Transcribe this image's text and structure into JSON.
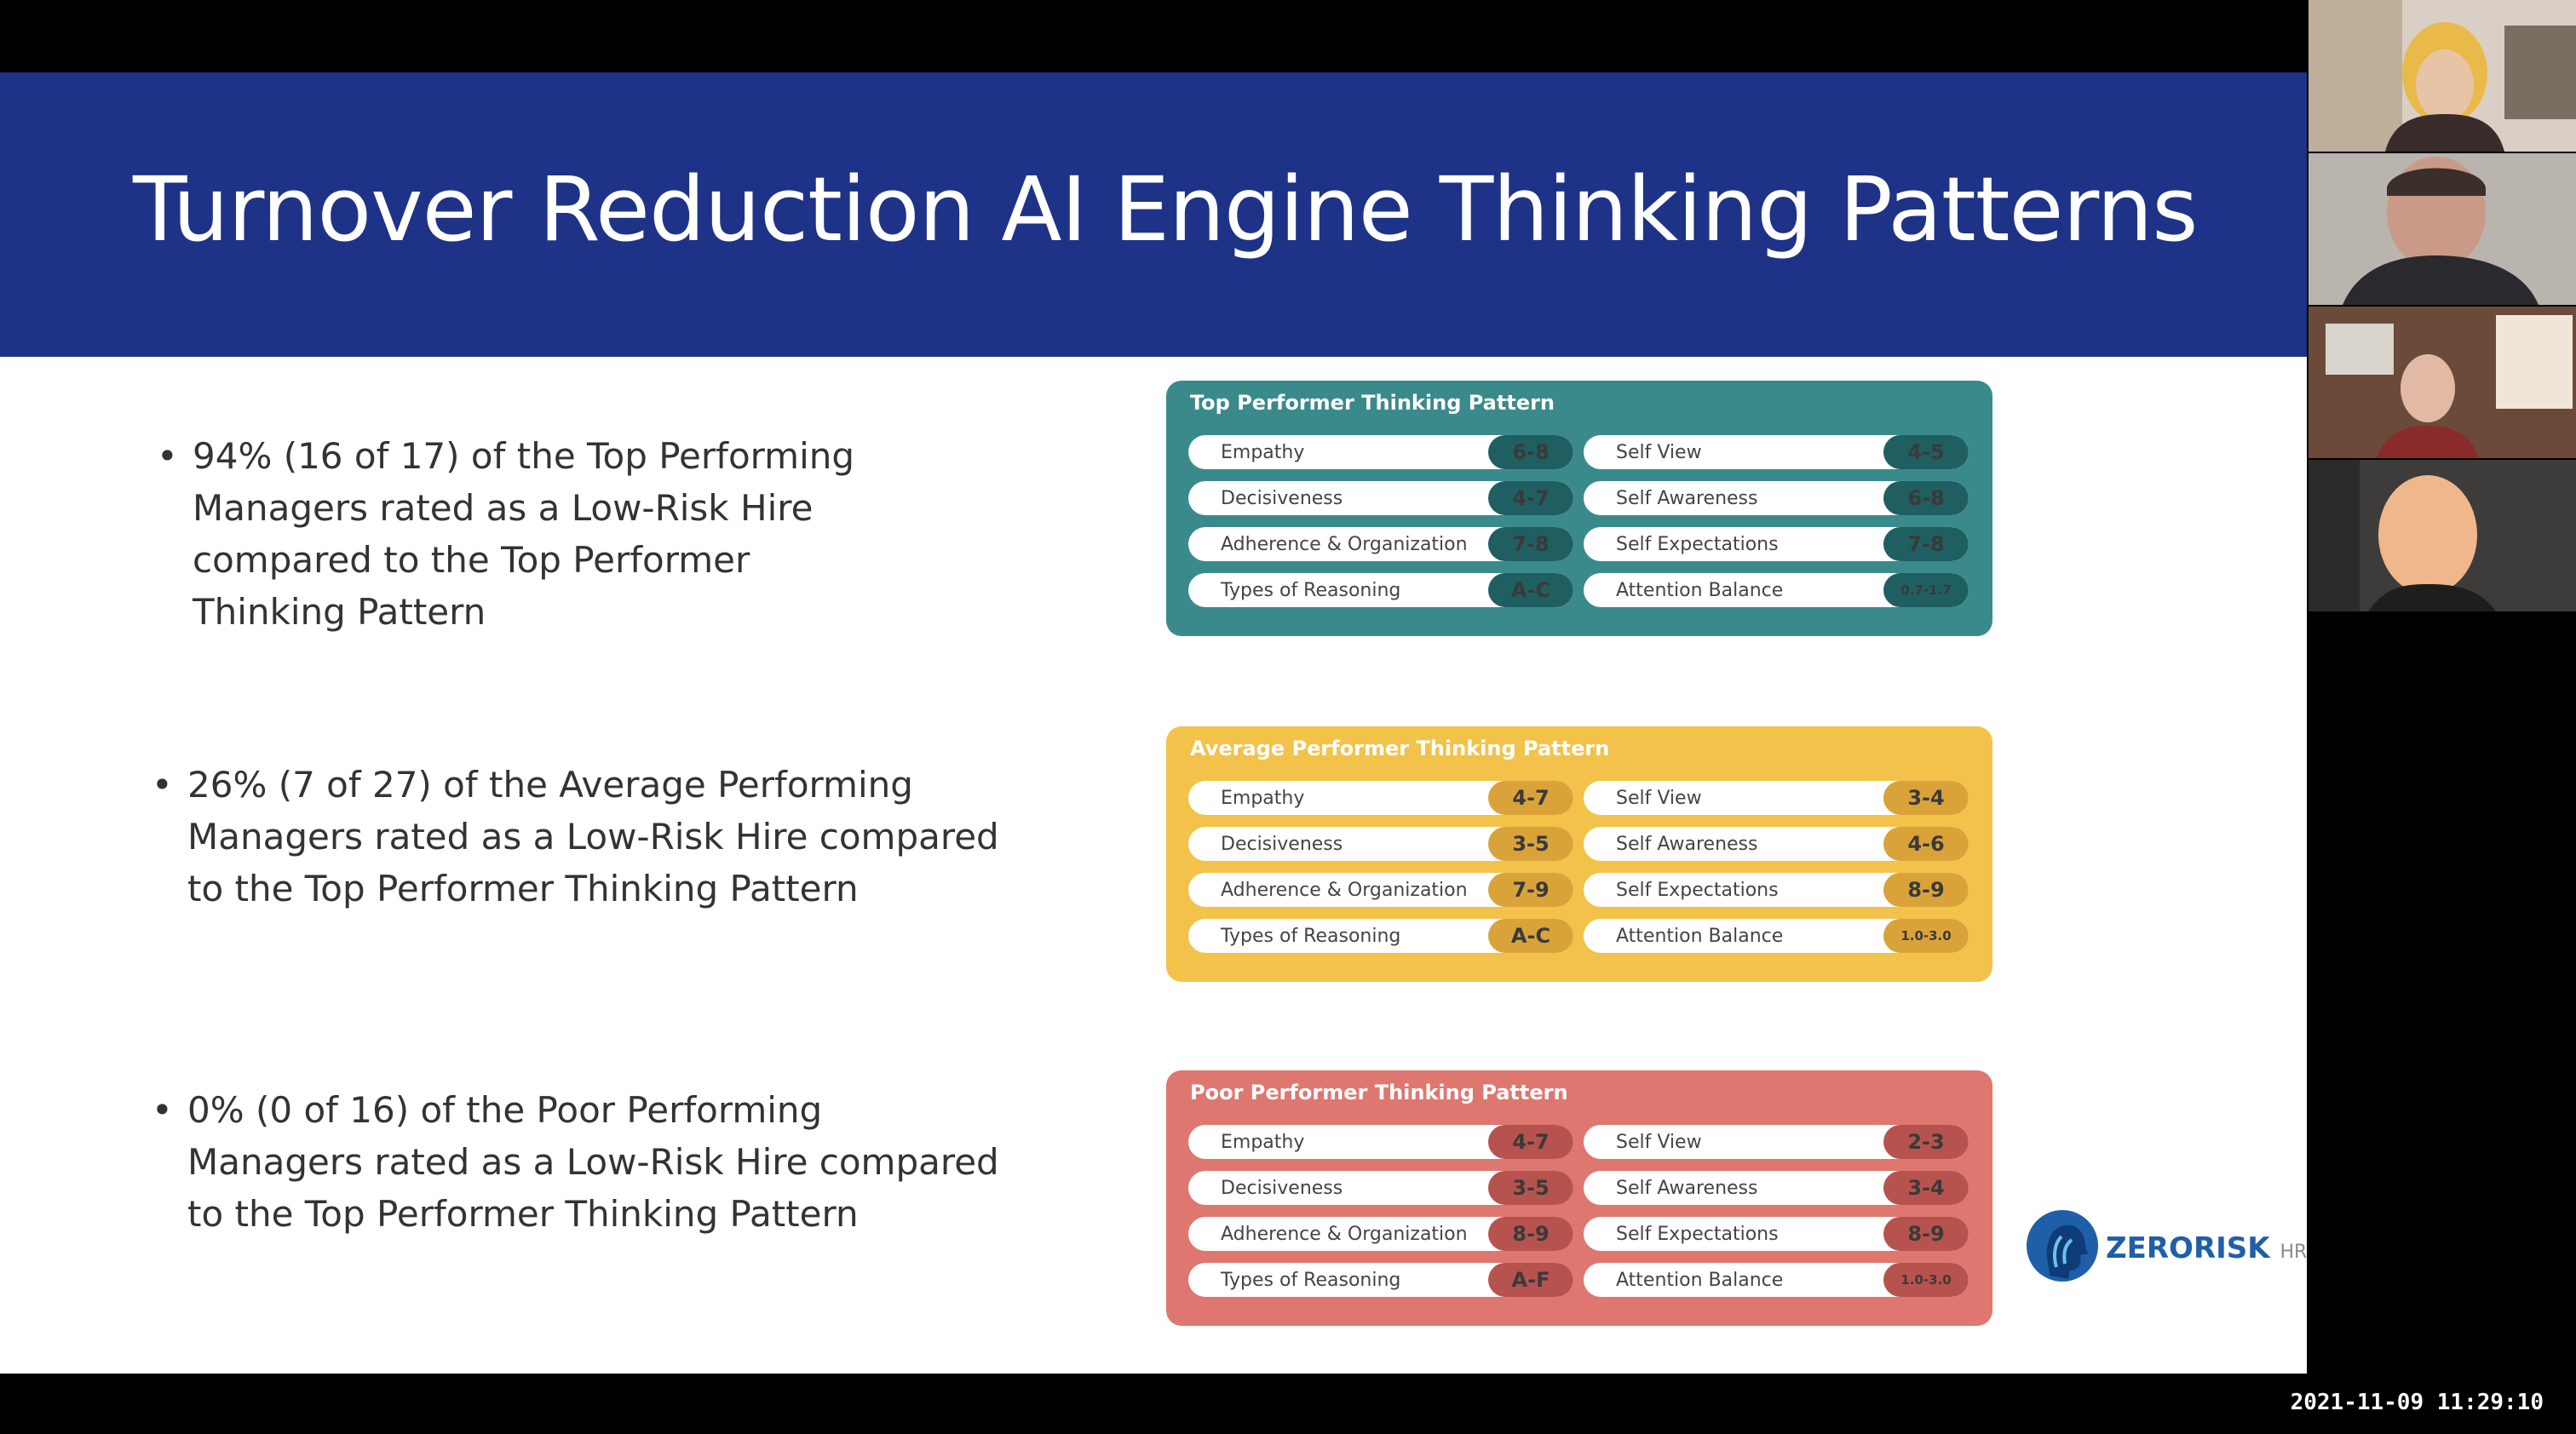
{
  "slide": {
    "title": "Turnover Reduction AI Engine Thinking Patterns",
    "bullets": [
      "94% (16 of 17) of the Top Performing Managers rated as a Low-Risk Hire compared to the Top Performer Thinking Pattern",
      "26% (7 of 27) of the Average Performing Managers rated as a Low-Risk Hire compared to the Top Performer Thinking Pattern",
      "0% (0 of 16) of the Poor Performing Managers rated as a Low-Risk Hire compared to the Top Performer Thinking Pattern"
    ]
  },
  "cards": [
    {
      "title": "Top Performer Thinking Pattern",
      "color": "#3a8a8c",
      "pill_color": "#1f5f61",
      "left": [
        {
          "label": "Empathy",
          "value": "6-8"
        },
        {
          "label": "Decisiveness",
          "value": "4-7"
        },
        {
          "label": "Adherence & Organization",
          "value": "7-8"
        },
        {
          "label": "Types of Reasoning",
          "value": "A-C"
        }
      ],
      "right": [
        {
          "label": "Self View",
          "value": "4-5"
        },
        {
          "label": "Self Awareness",
          "value": "6-8"
        },
        {
          "label": "Self Expectations",
          "value": "7-8"
        },
        {
          "label": "Attention Balance",
          "value": "0.7-1.7"
        }
      ]
    },
    {
      "title": "Average Performer Thinking Pattern",
      "color": "#f2c24a",
      "pill_color": "#d9a33a",
      "left": [
        {
          "label": "Empathy",
          "value": "4-7"
        },
        {
          "label": "Decisiveness",
          "value": "3-5"
        },
        {
          "label": "Adherence & Organization",
          "value": "7-9"
        },
        {
          "label": "Types of Reasoning",
          "value": "A-C"
        }
      ],
      "right": [
        {
          "label": "Self View",
          "value": "3-4"
        },
        {
          "label": "Self Awareness",
          "value": "4-6"
        },
        {
          "label": "Self Expectations",
          "value": "8-9"
        },
        {
          "label": "Attention Balance",
          "value": "1.0-3.0"
        }
      ]
    },
    {
      "title": "Poor Performer Thinking Pattern",
      "color": "#de7770",
      "pill_color": "#b7534e",
      "left": [
        {
          "label": "Empathy",
          "value": "4-7"
        },
        {
          "label": "Decisiveness",
          "value": "3-5"
        },
        {
          "label": "Adherence & Organization",
          "value": "8-9"
        },
        {
          "label": "Types of Reasoning",
          "value": "A-F"
        }
      ],
      "right": [
        {
          "label": "Self View",
          "value": "2-3"
        },
        {
          "label": "Self Awareness",
          "value": "3-4"
        },
        {
          "label": "Self Expectations",
          "value": "8-9"
        },
        {
          "label": "Attention Balance",
          "value": "1.0-3.0"
        }
      ]
    }
  ],
  "logo": {
    "brand": "ZERORISK",
    "suffix": "HR"
  },
  "timestamp": "2021-11-09 11:29:10",
  "colors": {
    "banner": "#1e3287",
    "slide_bg": "#ffffff",
    "frame_bg": "#000000"
  }
}
